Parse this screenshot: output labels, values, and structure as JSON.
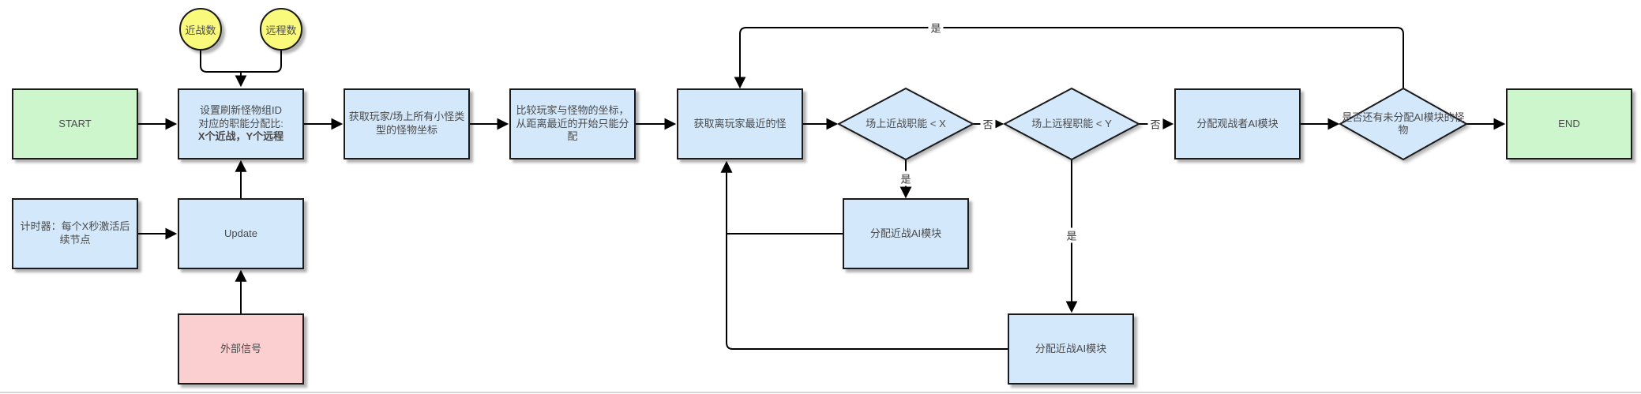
{
  "colors": {
    "process_fill": "#d4e8fb",
    "terminal_fill": "#cdf6cd",
    "input_fill": "#f9f97c",
    "signal_fill": "#fbcfcf",
    "border": "#1a1a1a",
    "edge": "#000000",
    "text": "#4a4a4a",
    "canvas_bg": "#ffffff"
  },
  "inputs": {
    "melee_count_label": "近战数",
    "ranged_count_label": "远程数"
  },
  "nodes": {
    "start": "START",
    "set_ratio": {
      "line1": "设置刷新怪物组ID",
      "line2": "对应的职能分配比:",
      "line3": "X个近战，Y个远程"
    },
    "get_monster_coords": "获取玩家/场上所有小怪类型的怪物坐标",
    "compare_coords": "比较玩家与怪物的坐标，从距离最近的开始只能分配",
    "get_nearest_monster": "获取离玩家最近的怪",
    "decision_melee": "场上近战职能 < X",
    "decision_ranged": "场上远程职能 < Y",
    "assign_spectator_ai": "分配观战者AI模块",
    "decision_unassigned": "是否还有未分配AI模块的怪物",
    "end": "END",
    "timer": "计时器：每个X秒激活后续节点",
    "update": "Update",
    "external_signal": "外部信号",
    "assign_melee_ai_1": "分配近战AI模块",
    "assign_melee_ai_2": "分配近战AI模块"
  },
  "edge_labels": {
    "yes": "是",
    "no": "否"
  }
}
